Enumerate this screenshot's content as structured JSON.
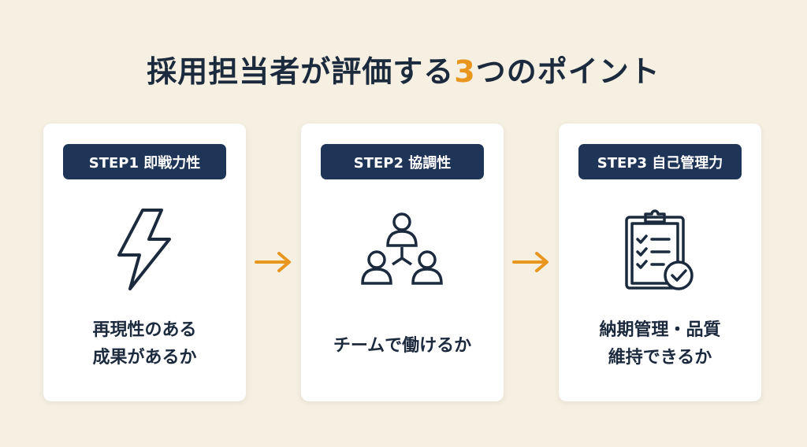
{
  "title": {
    "before": "採用担当者が評価する",
    "number": "3",
    "after": "つのポイント"
  },
  "steps": [
    {
      "badge": "STEP1 即戦力性",
      "icon": "lightning-icon",
      "lines": [
        "再現性のある",
        "成果があるか"
      ]
    },
    {
      "badge": "STEP2 協調性",
      "icon": "team-icon",
      "lines": [
        "チームで働けるか"
      ]
    },
    {
      "badge": "STEP3 自己管理力",
      "icon": "clipboard-check-icon",
      "lines": [
        "納期管理・品質",
        "維持できるか"
      ]
    }
  ],
  "colors": {
    "accent": "#e8961e",
    "navy": "#1f3557",
    "background": "#f6f0e2"
  }
}
